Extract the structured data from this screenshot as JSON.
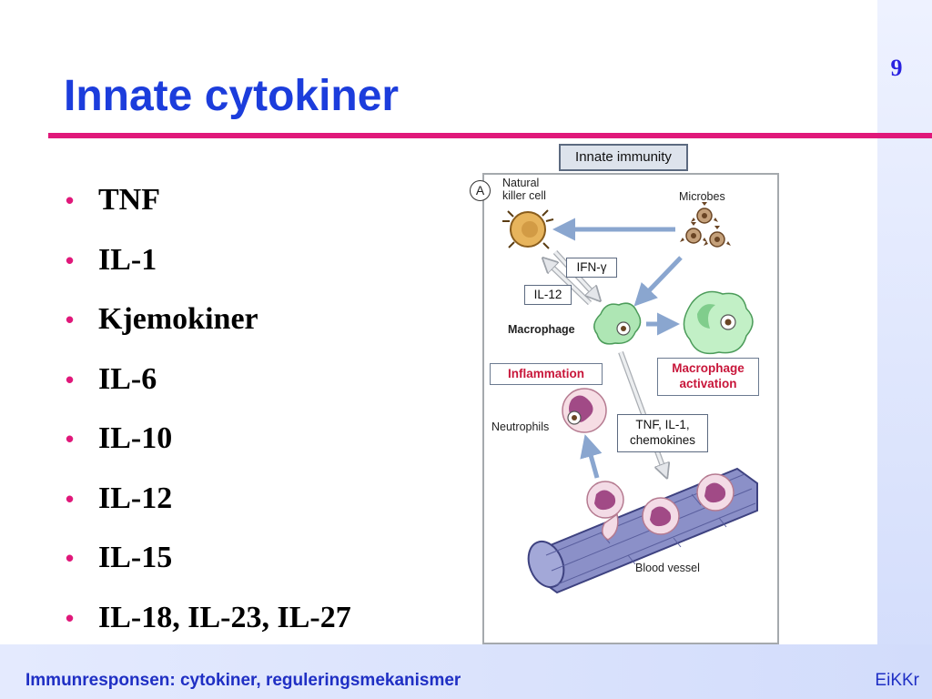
{
  "slide": {
    "number": "9",
    "title": "Innate cytokiner",
    "bullets": [
      "TNF",
      "IL-1",
      "Kjemokiner",
      "IL-6",
      "IL-10",
      "IL-12",
      "IL-15",
      "IL-18, IL-23, IL-27"
    ],
    "footer_left": "Immunresponsen: cytokiner, reguleringsmekanismer",
    "footer_right": "EiKKr"
  },
  "figure": {
    "header": "Innate immunity",
    "panel_marker": "A",
    "labels": {
      "nk_cell_line1": "Natural",
      "nk_cell_line2": "killer cell",
      "microbes": "Microbes",
      "ifn": "IFN-γ",
      "il12": "IL-12",
      "macrophage": "Macrophage",
      "inflammation": "Inflammation",
      "activation_line1": "Macrophage",
      "activation_line2": "activation",
      "neutrophils": "Neutrophils",
      "cytokines_line1": "TNF, IL-1,",
      "cytokines_line2": "chemokines",
      "blood_vessel": "Blood vessel"
    }
  },
  "colors": {
    "title": "#1c3ddc",
    "rule": "#e0187a",
    "bullet": "#e0187a",
    "footer": "#1f2fc4",
    "red_label": "#c8163a"
  }
}
